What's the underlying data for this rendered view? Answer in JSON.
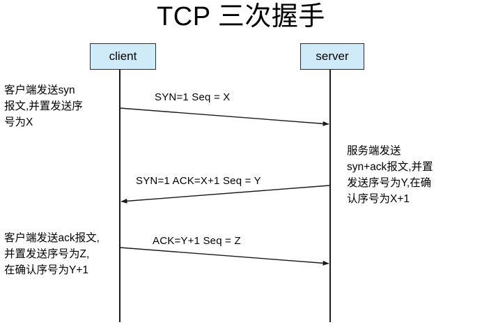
{
  "title": "TCP 三次握手",
  "participants": [
    {
      "id": "client",
      "label": "client"
    },
    {
      "id": "server",
      "label": "server"
    }
  ],
  "messages": [
    {
      "id": "syn",
      "label": "SYN=1  Seq = X",
      "from": "client",
      "to": "server",
      "direction": "right"
    },
    {
      "id": "syn-ack",
      "label": "SYN=1  ACK=X+1 Seq = Y",
      "from": "server",
      "to": "client",
      "direction": "left"
    },
    {
      "id": "ack",
      "label": "ACK=Y+1 Seq = Z",
      "from": "client",
      "to": "server",
      "direction": "right"
    }
  ],
  "notes": [
    {
      "id": "client-syn",
      "text": "客户端发送syn\n报文,并置发送序\n号为X"
    },
    {
      "id": "server-synack",
      "text": "服务端发送\nsyn+ack报文,并置\n发送序号为Y,在确\n认序号为X+1"
    },
    {
      "id": "client-ack",
      "text": "客户端发送ack报文,\n并置发送序号为Z,\n在确认序号为Y+1"
    }
  ],
  "colors": {
    "box_fill": "#cfeaf9",
    "box_border": "#2b2b2b",
    "line": "#1a1a1a",
    "background": "#ffffff",
    "text": "#000000"
  }
}
